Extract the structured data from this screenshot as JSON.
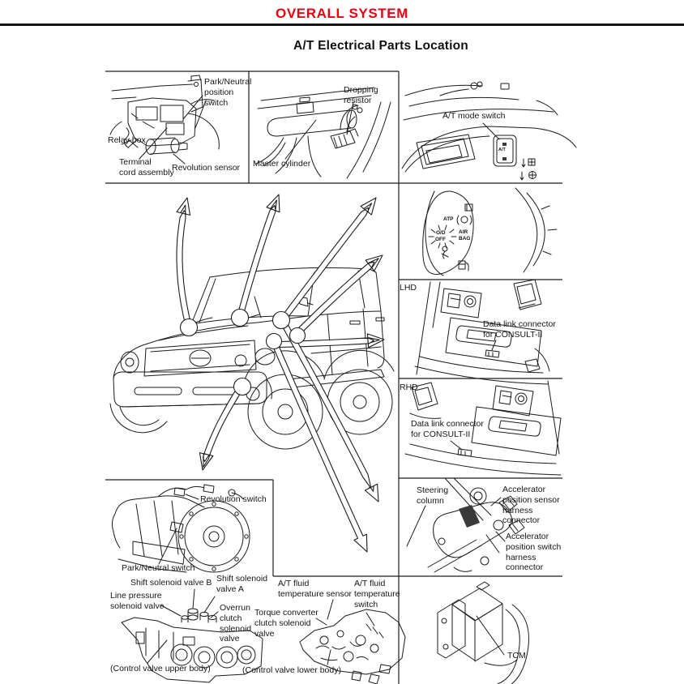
{
  "page": {
    "header": "OVERALL SYSTEM",
    "title": "A/T Electrical Parts Location"
  },
  "colors": {
    "accent_red": "#e60012",
    "ink": "#1b1b1b",
    "paper": "#ffffff"
  },
  "labels": {
    "engine_bay": {
      "park_neutral_position_switch": "Park/Neutral\nposition\nswitch",
      "relay_box": "Relay box",
      "terminal_cord_assembly": "Terminal\ncord assembly",
      "revolution_sensor": "Revolution sensor"
    },
    "master_cylinder": {
      "dropping_resistor": "Dropping\nresistor",
      "master_cylinder": "Master cylinder"
    },
    "dashboard": {
      "at_mode_switch": "A/T mode switch",
      "switch_face": "A/T"
    },
    "instrument_cluster": {
      "atp": "ATP",
      "od": "O/D",
      "off": "OFF",
      "air": "AIR",
      "bag": "BAG"
    },
    "lhd": {
      "tag": "LHD",
      "data_link": "Data link connector\nfor CONSULT-II"
    },
    "rhd": {
      "tag": "RHD",
      "data_link": "Data link connector\nfor CONSULT-II"
    },
    "steering": {
      "steering_column": "Steering\ncolumn",
      "accel_sensor": "Accelerator\nposition sensor\nharness\nconnector",
      "accel_switch": "Accelerator\nposition switch\nharness\nconnector"
    },
    "tcm": {
      "name": "TCM"
    },
    "transmission": {
      "revolution_switch": "Revolution switch",
      "park_neutral_switch": "Park/Neutral switch"
    },
    "valve_upper": {
      "shift_solenoid_b": "Shift solenoid valve B",
      "shift_solenoid_a": "Shift solenoid\nvalve A",
      "line_pressure": "Line pressure\nsolenoid valve",
      "overrun": "Overrun\nclutch\nsolenoid\nvalve",
      "caption": "(Control valve upper body)"
    },
    "valve_lower": {
      "temp_sensor": "A/T fluid\ntemperature sensor",
      "temp_switch": "A/T fluid\ntemperature\nswitch",
      "torque_converter": "Torque converter\nclutch solenoid\nvalve",
      "caption": "(Control valve lower body)"
    }
  }
}
